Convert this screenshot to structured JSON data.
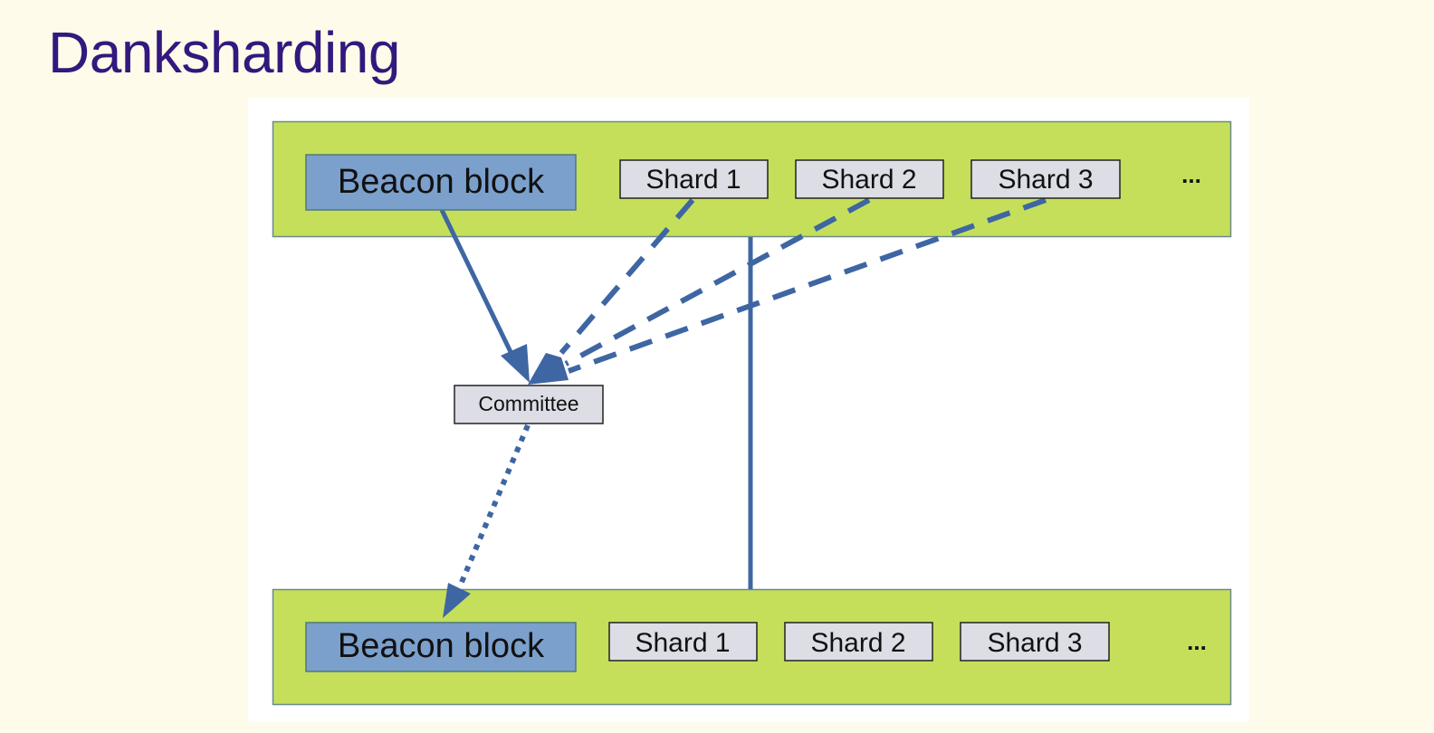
{
  "title": "Danksharding",
  "colors": {
    "background": "#fefbea",
    "title": "#33187e",
    "band_fill": "#c5df5b",
    "band_stroke": "#6a8a8a",
    "beacon_fill": "#7ba0cc",
    "beacon_stroke": "#4f7a7a",
    "shard_fill": "#dddde6",
    "arrow": "#3e66a3"
  },
  "top_slot": {
    "beacon_label": "Beacon block",
    "shards": [
      "Shard 1",
      "Shard 2",
      "Shard 3"
    ],
    "ellipsis": "..."
  },
  "committee": {
    "label": "Committee"
  },
  "bottom_slot": {
    "beacon_label": "Beacon block",
    "shards": [
      "Shard 1",
      "Shard 2",
      "Shard 3"
    ],
    "ellipsis": "..."
  },
  "edges": [
    {
      "from": "top-beacon-block",
      "to": "committee",
      "style": "solid"
    },
    {
      "from": "top-shard-1",
      "to": "committee",
      "style": "dashed"
    },
    {
      "from": "top-shard-2",
      "to": "committee",
      "style": "dashed"
    },
    {
      "from": "top-shard-3",
      "to": "committee",
      "style": "dashed"
    },
    {
      "from": "committee",
      "to": "bottom-beacon-block",
      "style": "dotted"
    },
    {
      "from": "top-slot",
      "to": "bottom-slot",
      "style": "solid-line"
    }
  ]
}
